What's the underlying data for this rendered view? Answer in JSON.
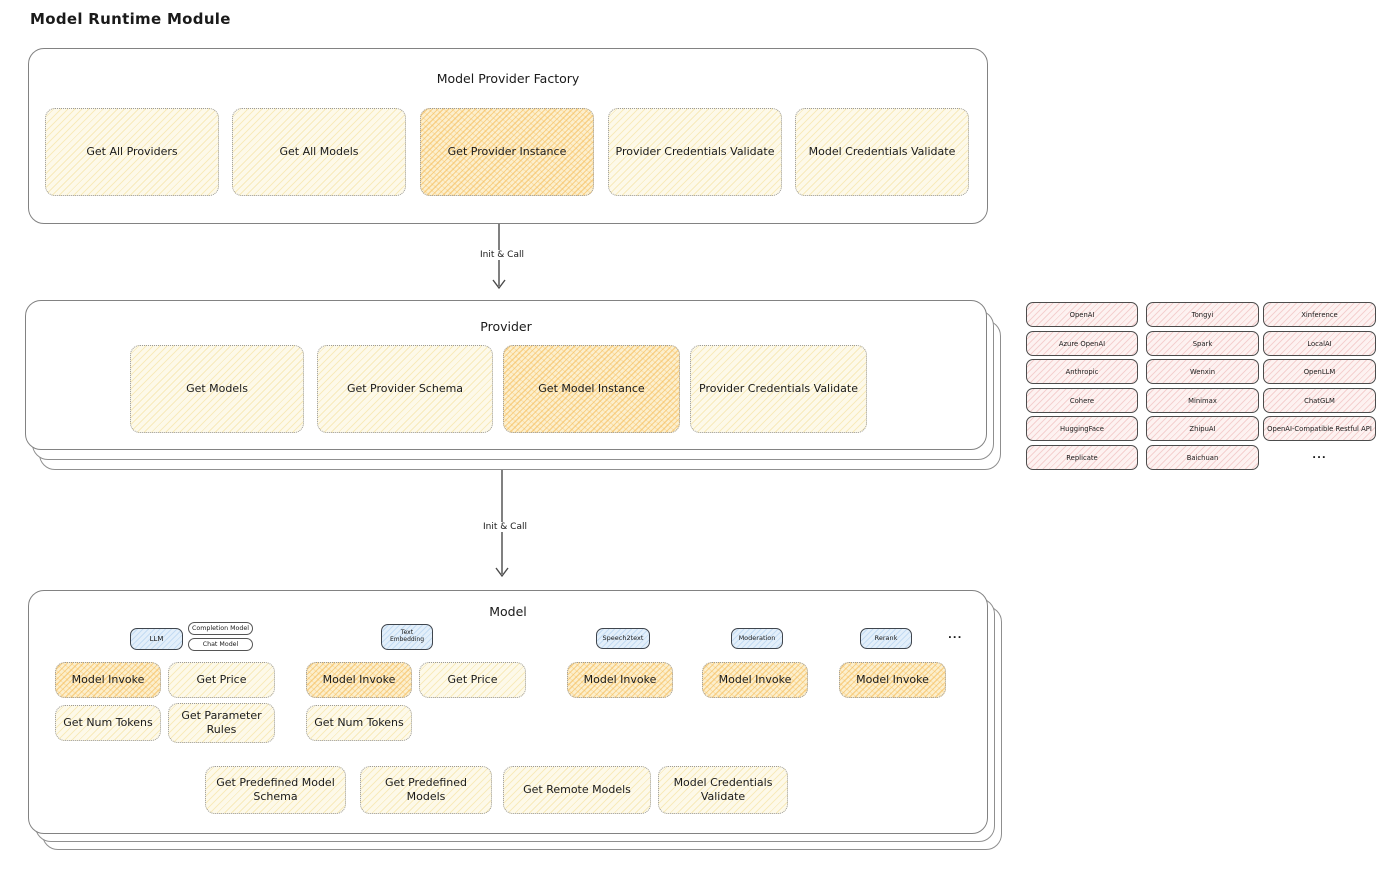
{
  "title": "Model Runtime Module",
  "arrows": {
    "init_call_1": "Init & Call",
    "init_call_2": "Init & Call"
  },
  "factory": {
    "title": "Model Provider Factory",
    "items": [
      {
        "label": "Get All Providers"
      },
      {
        "label": "Get All Models"
      },
      {
        "label": "Get Provider Instance"
      },
      {
        "label": "Provider Credentials Validate"
      },
      {
        "label": "Model Credentials Validate"
      }
    ]
  },
  "provider": {
    "title": "Provider",
    "items": [
      {
        "label": "Get Models"
      },
      {
        "label": "Get Provider Schema"
      },
      {
        "label": "Get Model Instance"
      },
      {
        "label": "Provider Credentials Validate"
      }
    ]
  },
  "providers_list": {
    "rows": [
      [
        "OpenAI",
        "Tongyi",
        "Xinference"
      ],
      [
        "Azure OpenAI",
        "Spark",
        "LocalAI"
      ],
      [
        "Anthropic",
        "Wenxin",
        "OpenLLM"
      ],
      [
        "Cohere",
        "Minimax",
        "ChatGLM"
      ],
      [
        "HuggingFace",
        "ZhipuAI",
        "OpenAI-Compatible Restful API"
      ],
      [
        "Replicate",
        "Baichuan",
        "..."
      ]
    ]
  },
  "model": {
    "title": "Model",
    "type_pills": {
      "llm": "LLM",
      "completion_model": "Completion Model",
      "chat_model": "Chat Model",
      "text_embedding": "Text Embedding",
      "speech2text": "Speech2text",
      "moderation": "Moderation",
      "rerank": "Rerank",
      "more": "..."
    },
    "ops": {
      "model_invoke": "Model Invoke",
      "get_price": "Get Price",
      "get_num_tokens": "Get Num Tokens",
      "get_parameter_rules": "Get Parameter Rules",
      "get_predefined_model_schema": "Get Predefined Model Schema",
      "get_predefined_models": "Get Predefined Models",
      "get_remote_models": "Get Remote Models",
      "model_credentials_validate": "Model Credentials Validate"
    }
  },
  "colors": {
    "yellow_fill": "#fdf9e9",
    "yellow_hatch": "#f0d67d",
    "orange_fill": "#fcefcd",
    "orange_hatch": "#f4b850",
    "pink_fill": "#fdf2f1",
    "pink_hatch": "#e89e9e",
    "blue_fill": "#e3effa",
    "frame_border": "#828282"
  }
}
